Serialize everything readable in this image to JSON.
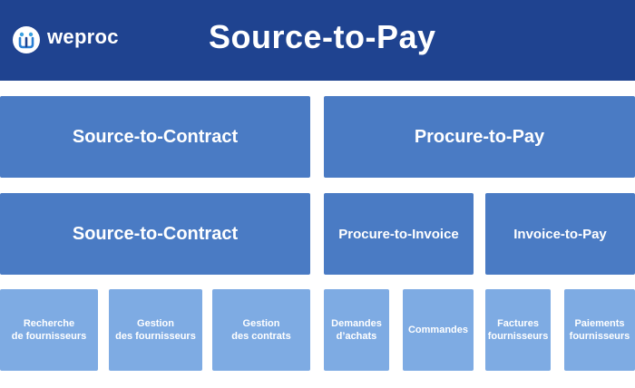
{
  "header": {
    "brand": "weproc",
    "logo_icon": "weproc-logo-icon",
    "title": "Source-to-Pay",
    "background": "#1f4390"
  },
  "level1": [
    {
      "label": "Source-to-Contract"
    },
    {
      "label": "Procure-to-Pay"
    }
  ],
  "level2": [
    {
      "label": "Source-to-Contract"
    },
    {
      "label": "Procure-to-Invoice"
    },
    {
      "label": "Invoice-to-Pay"
    }
  ],
  "level3": [
    {
      "label": "Recherche\nde fournisseurs"
    },
    {
      "label": "Gestion\ndes fournisseurs"
    },
    {
      "label": "Gestion\ndes contrats"
    },
    {
      "label": "Demandes\nd’achats"
    },
    {
      "label": "Commandes"
    },
    {
      "label": "Factures\nfournisseurs"
    },
    {
      "label": "Paiements\nfournisseurs"
    }
  ],
  "colors": {
    "dark_box": "#4a7bc4",
    "light_box": "#7eabe3",
    "text": "#ffffff"
  }
}
